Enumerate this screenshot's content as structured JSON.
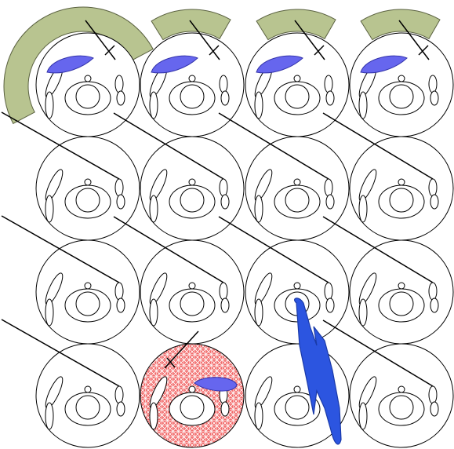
{
  "colors": {
    "background": "#ffffff",
    "stroke": "#000000",
    "arc_fill": "#b8c490",
    "arc_stroke": "#5a6140",
    "bean_fill": "#6666ee",
    "highlight_fill": "#f26b6b",
    "highlight_mesh": "#ffffff",
    "bolt_fill": "#2c55e0",
    "bolt_stroke": "#1a3aa8"
  },
  "grid": {
    "rows": 4,
    "cols": 4
  },
  "figures": [
    {
      "row": 0,
      "col": 0,
      "arc": "large",
      "bean": true,
      "stick": "up",
      "highlight": false
    },
    {
      "row": 0,
      "col": 1,
      "arc": "small",
      "bean": true,
      "stick": "up",
      "highlight": false
    },
    {
      "row": 0,
      "col": 2,
      "arc": "small",
      "bean": true,
      "stick": "up",
      "highlight": false
    },
    {
      "row": 0,
      "col": 3,
      "arc": "small",
      "bean": true,
      "stick": "up",
      "highlight": false
    },
    {
      "row": 1,
      "col": 0,
      "arc": "none",
      "bean": false,
      "stick": "long",
      "highlight": false
    },
    {
      "row": 1,
      "col": 1,
      "arc": "none",
      "bean": false,
      "stick": "short",
      "highlight": false
    },
    {
      "row": 1,
      "col": 2,
      "arc": "none",
      "bean": false,
      "stick": "short",
      "highlight": false
    },
    {
      "row": 1,
      "col": 3,
      "arc": "none",
      "bean": false,
      "stick": "short",
      "highlight": false
    },
    {
      "row": 2,
      "col": 0,
      "arc": "none",
      "bean": false,
      "stick": "long",
      "highlight": false
    },
    {
      "row": 2,
      "col": 1,
      "arc": "none",
      "bean": false,
      "stick": "short",
      "highlight": false
    },
    {
      "row": 2,
      "col": 2,
      "arc": "none",
      "bean": false,
      "stick": "short",
      "highlight": false
    },
    {
      "row": 2,
      "col": 3,
      "arc": "none",
      "bean": false,
      "stick": "short",
      "highlight": false
    },
    {
      "row": 3,
      "col": 0,
      "arc": "none",
      "bean": false,
      "stick": "long",
      "highlight": false
    },
    {
      "row": 3,
      "col": 1,
      "arc": "none",
      "bean": true,
      "stick": "up",
      "highlight": true
    },
    {
      "row": 3,
      "col": 2,
      "arc": "none",
      "bean": false,
      "stick": "none",
      "highlight": false
    },
    {
      "row": 3,
      "col": 3,
      "arc": "none",
      "bean": false,
      "stick": "short",
      "highlight": false
    }
  ],
  "lightning_bolt": true
}
